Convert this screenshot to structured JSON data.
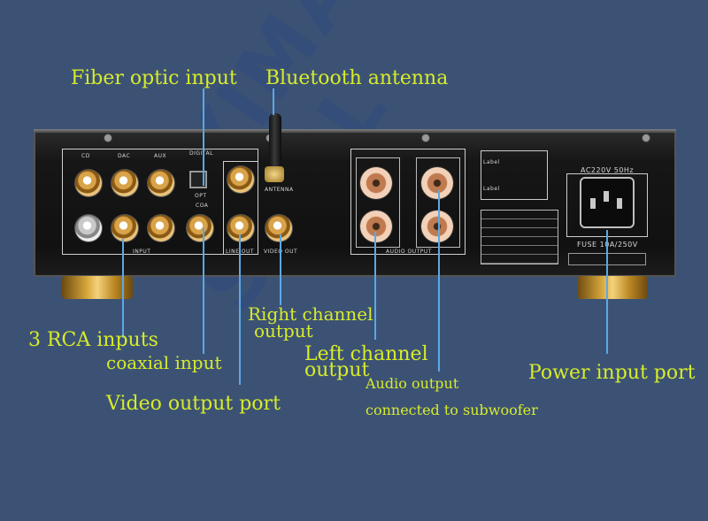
{
  "labels": {
    "fiber_optic_input": "Fiber optic input",
    "bluetooth_antenna": "Bluetooth antenna",
    "rca_inputs": "3 RCA inputs",
    "coaxial_input": "coaxial input",
    "video_output_port": "Video output port",
    "right_channel_1": "Right channel",
    "right_channel_2": "output",
    "left_channel_1": "Left channel",
    "left_channel_2": "output",
    "audio_output_1": "Audio output",
    "audio_output_2": "connected to subwoofer",
    "power_input_port": "Power input port"
  },
  "panel": {
    "cd": "CD",
    "dac": "DAC",
    "aux": "AUX",
    "digital": "DIGITAL",
    "opt": "OPT",
    "coa": "COA",
    "antenna": "ANTENNA",
    "input": "INPUT",
    "line_out": "LINE OUT",
    "video_out": "VIDEO OUT",
    "audio_output": "AUDIO OUTPUT",
    "ac_rating": "AC220V 50Hz",
    "fuse": "FUSE 10A/250V",
    "label": "Label"
  },
  "watermark": "AIYIMA SMSL",
  "colors": {
    "background": "#3c5275",
    "label_text": "#d6ec2a",
    "leader_line": "#5aa9e6"
  }
}
